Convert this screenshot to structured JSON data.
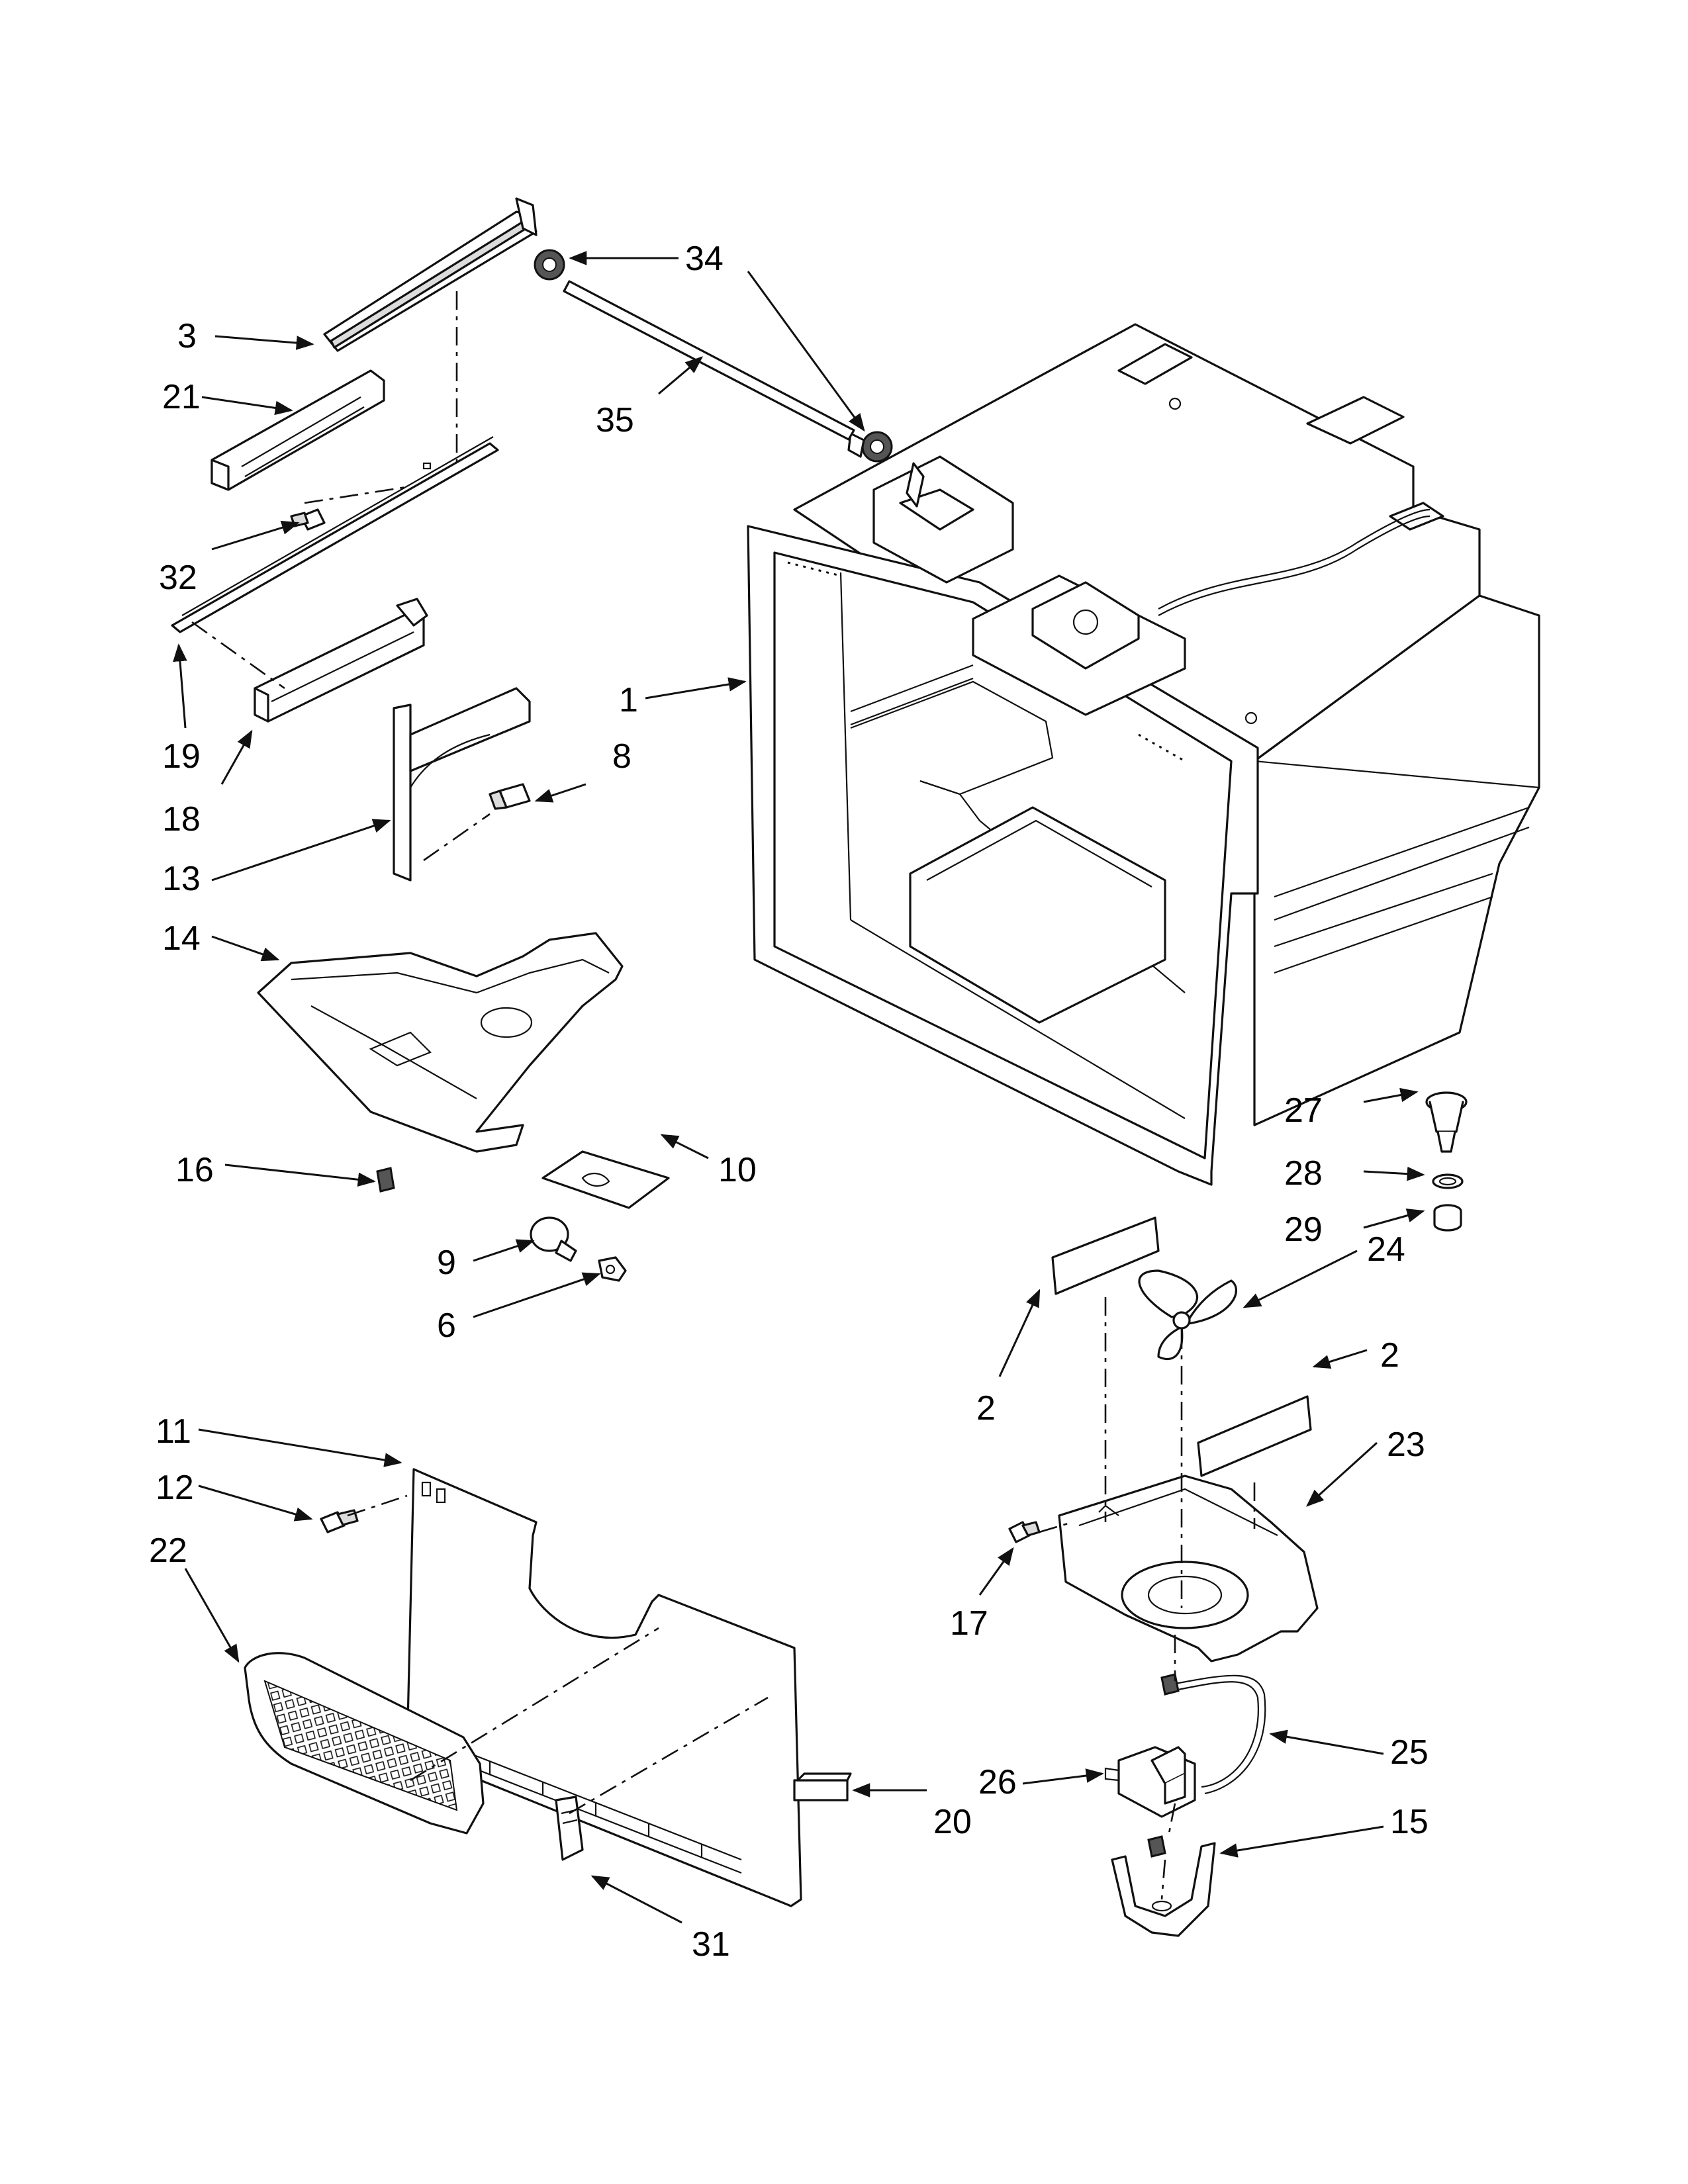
{
  "callouts": [
    {
      "id": "c34",
      "text": "34"
    },
    {
      "id": "c3",
      "text": "3"
    },
    {
      "id": "c21",
      "text": "21"
    },
    {
      "id": "c35",
      "text": "35"
    },
    {
      "id": "c32",
      "text": "32"
    },
    {
      "id": "c1",
      "text": "1"
    },
    {
      "id": "c19",
      "text": "19"
    },
    {
      "id": "c8",
      "text": "8"
    },
    {
      "id": "c18",
      "text": "18"
    },
    {
      "id": "c13",
      "text": "13"
    },
    {
      "id": "c14",
      "text": "14"
    },
    {
      "id": "c27",
      "text": "27"
    },
    {
      "id": "c16",
      "text": "16"
    },
    {
      "id": "c10",
      "text": "10"
    },
    {
      "id": "c28",
      "text": "28"
    },
    {
      "id": "c29",
      "text": "29"
    },
    {
      "id": "c9",
      "text": "9"
    },
    {
      "id": "c24",
      "text": "24"
    },
    {
      "id": "c6",
      "text": "6"
    },
    {
      "id": "c2a",
      "text": "2"
    },
    {
      "id": "c2b",
      "text": "2"
    },
    {
      "id": "c11",
      "text": "11"
    },
    {
      "id": "c23",
      "text": "23"
    },
    {
      "id": "c12",
      "text": "12"
    },
    {
      "id": "c22",
      "text": "22"
    },
    {
      "id": "c17",
      "text": "17"
    },
    {
      "id": "c25",
      "text": "25"
    },
    {
      "id": "c26",
      "text": "26"
    },
    {
      "id": "c15",
      "text": "15"
    },
    {
      "id": "c20",
      "text": "20"
    },
    {
      "id": "c31",
      "text": "31"
    }
  ]
}
